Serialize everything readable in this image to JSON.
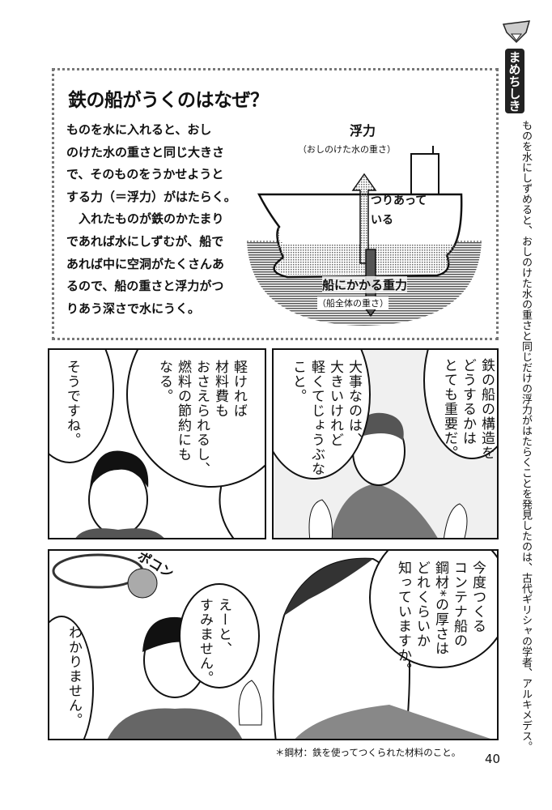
{
  "info_box": {
    "title": "鉄の船がうくのはなぜ？",
    "body": "ものを水に入れると、おし\nのけた水の重さと同じ大きさ\nで、そのものをうかせようと\nする力（＝浮力）がはたらく。\n　入れたものが鉄のかたまり\nであれば水にしずむが、船で\nあれば中に空洞がたくさんあ\nるので、船の重さと浮力がつ\nりあう深さで水にうく。",
    "diagram": {
      "buoyancy_label": "浮力",
      "buoyancy_sub": "（おしのけた水の重さ）",
      "balance_label": "つりあって\nいる",
      "gravity_label": "船にかかる重力",
      "gravity_sub": "（船全体の重さ）"
    }
  },
  "panels": [
    {
      "bubbles": [
        "そうですね。",
        "軽ければ\n材料費も\nおさえられるし、\n燃料の節約にも\nなる。"
      ]
    },
    {
      "bubbles": [
        "鉄の船の構造を\nどうするかは\nとても重要だ。",
        "大事なのは、\n大きいけれど\n軽くてじょうぶな\nこと。"
      ]
    },
    {
      "bubbles": [
        "今度つくる\nコンテナ船の\n鋼材*の厚さは\nどれくらいか\n知っていますか。",
        "えーと、\nすみません。",
        "わかりません。"
      ],
      "sfx": "ポコン"
    }
  ],
  "sidebar": {
    "tab_label": "まめちしき",
    "text": "ものを水にしずめると、おしのけた水の重さと同じだけの浮力がはたらくことを発見したのは、古代ギリシャの学者、アルキメデス。"
  },
  "footnote": "＊鋼材：鉄を使ってつくられた材料のこと。",
  "page_number": "40"
}
